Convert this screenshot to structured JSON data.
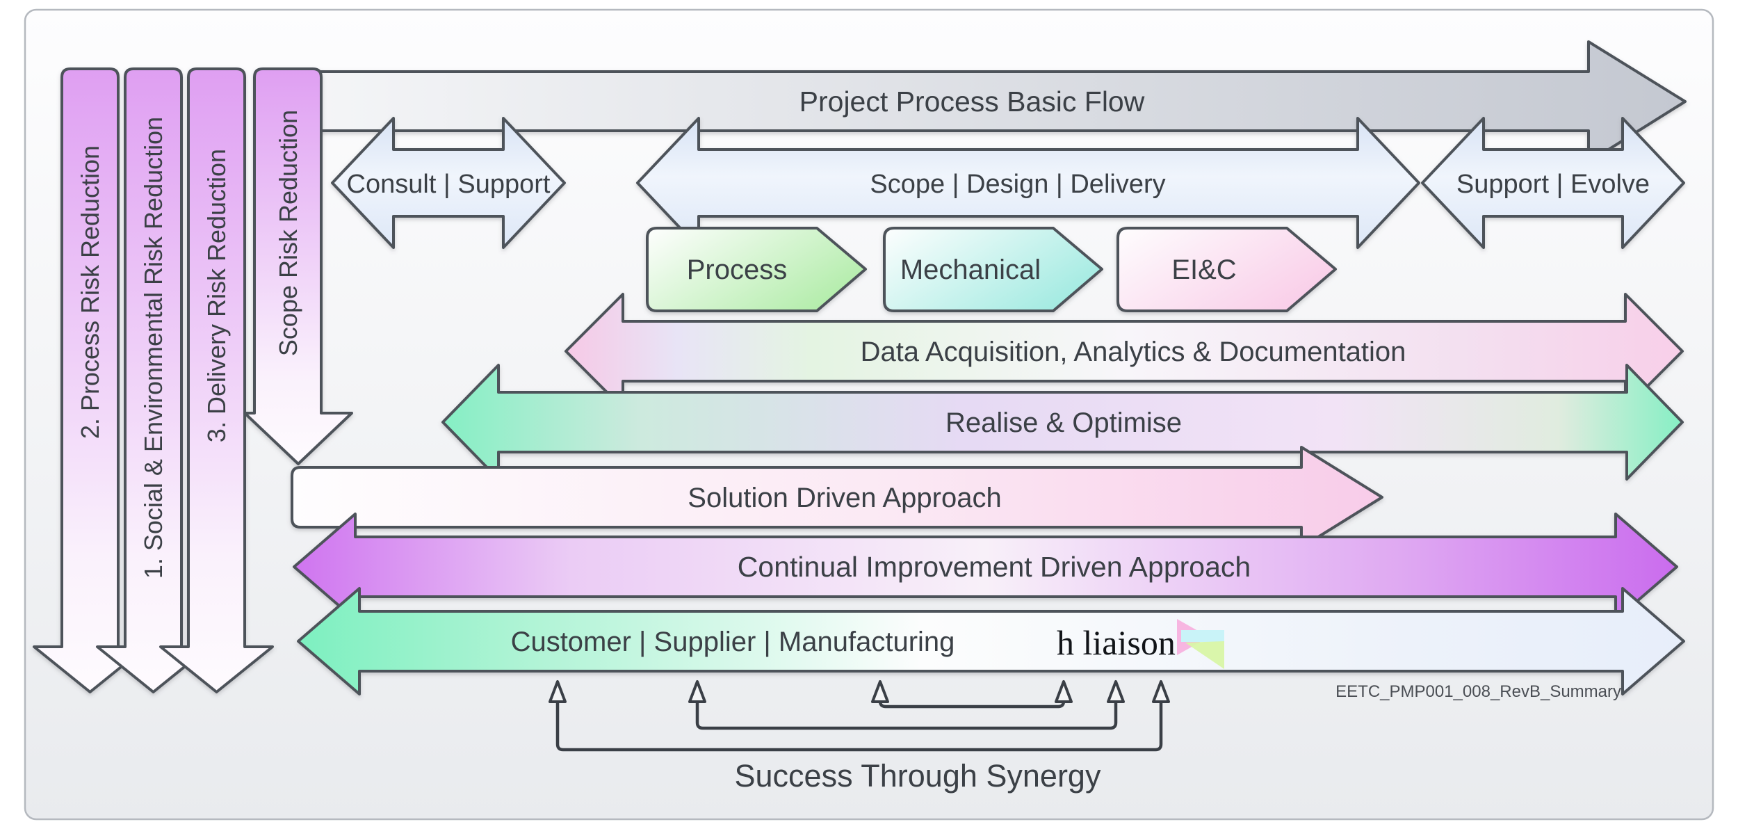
{
  "risk_arrows": [
    {
      "label": "2. Process Risk Reduction"
    },
    {
      "label": "1. Social & Environmental Risk Reduction"
    },
    {
      "label": "3. Delivery Risk Reduction"
    },
    {
      "label": "Scope Risk Reduction"
    }
  ],
  "flow_arrow": {
    "label": "Project Process Basic Flow"
  },
  "phase_arrows": [
    {
      "label": "Consult | Support"
    },
    {
      "label": "Scope | Design | Delivery"
    },
    {
      "label": "Support | Evolve"
    }
  ],
  "disciplines": [
    {
      "label": "Process"
    },
    {
      "label": "Mechanical"
    },
    {
      "label": "EI&C"
    }
  ],
  "streams": [
    {
      "label": "Data Acquisition, Analytics & Documentation"
    },
    {
      "label": "Realise & Optimise"
    },
    {
      "label": "Solution Driven Approach"
    },
    {
      "label": "Continual Improvement Driven Approach"
    },
    {
      "label": "Customer | Supplier | Manufacturing"
    }
  ],
  "liaison_text": "h liaison",
  "synergy_label": "Success Through Synergy",
  "doc_ref": "EETC_PMP001_008_RevB_Summary",
  "colors": {
    "violet_top": "#df9ff2",
    "gray_arrow_end": "#c4c8d1",
    "blue_arrow": "#d8e3f5",
    "pent_green": "#b4edac",
    "pent_teal": "#a4ebe2",
    "pent_pink": "#f9cfe9",
    "stream_pink": "#f6c9e6",
    "mint": "#85efc4",
    "purple": "#cf74f0",
    "solution_pink": "#f8cce9",
    "customer_mint": "#7df0c0",
    "customer_blue": "#e7eefa",
    "outline": "#4e535a",
    "text": "#3b4046"
  }
}
